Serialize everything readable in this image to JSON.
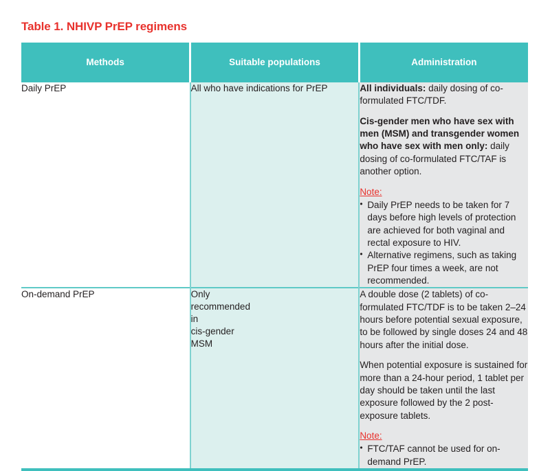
{
  "colors": {
    "title_red": "#e8322d",
    "header_teal": "#3fbfbd",
    "divider_teal": "#5ec9c6",
    "population_bg": "#dcf0ee",
    "administration_bg": "#e6e7e8",
    "text": "#231f20"
  },
  "title": "Table 1. NHIVP PrEP regimens",
  "table": {
    "columns": [
      "Methods",
      "Suitable populations",
      "Administration"
    ],
    "rows": [
      {
        "method": "Daily PrEP",
        "population": "All who have indications for PrEP",
        "administration": {
          "paragraphs": [
            {
              "bold_lead": "All individuals:",
              "rest": " daily dosing of co-formulated FTC/TDF."
            },
            {
              "bold_lead": "Cis-gender men who have sex with men (MSM) and transgender women who have sex with men only:",
              "rest": " daily dosing of co-formulated FTC/TAF is another option."
            }
          ],
          "note_label": "Note:",
          "notes": [
            "Daily PrEP needs to be taken for 7 days before high levels of protection are achieved for both vaginal and rectal exposure to HIV.",
            "Alternative regimens, such as taking PrEP four times a week, are not recommended."
          ]
        }
      },
      {
        "method": "On-demand PrEP",
        "population": "Only\nrecommended\nin\ncis-gender\nMSM",
        "administration": {
          "paragraphs": [
            {
              "bold_lead": "",
              "rest": "A double dose (2 tablets) of co-formulated FTC/TDF is to be taken 2–24 hours before potential sexual exposure, to be followed by single doses 24 and 48 hours after the initial dose."
            },
            {
              "bold_lead": "",
              "rest": "When potential exposure is sustained for more than a 24-hour period, 1 tablet per day should be taken until the last exposure followed by the 2 post-exposure tablets."
            }
          ],
          "note_label": "Note:",
          "notes": [
            "FTC/TAF cannot be used for on-demand PrEP."
          ]
        }
      }
    ]
  }
}
